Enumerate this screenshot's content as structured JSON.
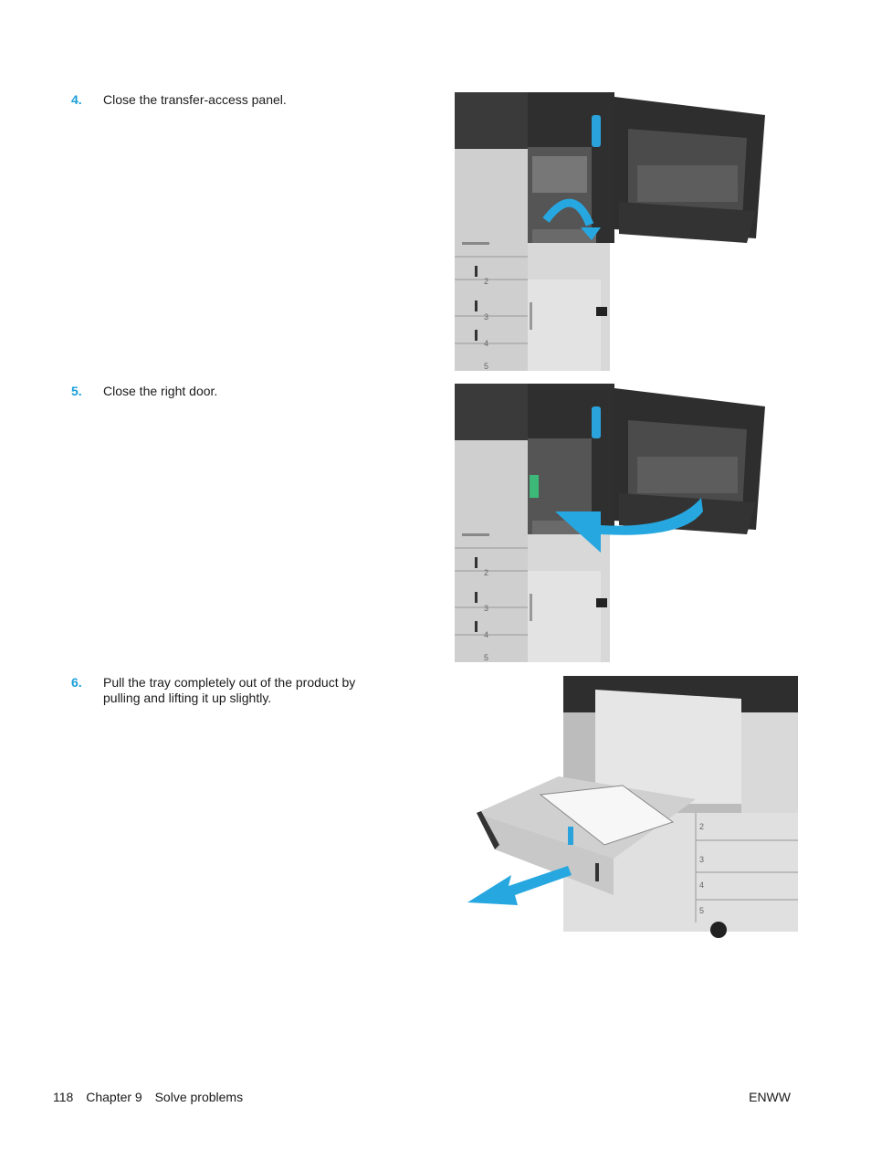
{
  "steps": [
    {
      "number": "4.",
      "text": "Close the transfer-access panel."
    },
    {
      "number": "5.",
      "text": "Close the right door."
    },
    {
      "number": "6.",
      "text": "Pull the tray completely out of the product by pulling and lifting it up slightly."
    }
  ],
  "figures": {
    "f1_tray_labels": [
      "2",
      "3",
      "4",
      "5"
    ],
    "f2_tray_labels": [
      "2",
      "3",
      "4",
      "5"
    ],
    "f3_tray_labels": [
      "2",
      "3",
      "4",
      "5"
    ]
  },
  "footer": {
    "page_number": "118",
    "chapter": "Chapter 9",
    "section": "Solve problems",
    "right": "ENWW"
  },
  "colors": {
    "accent": "#1a9fd9",
    "arrow": "#27a7e0"
  }
}
